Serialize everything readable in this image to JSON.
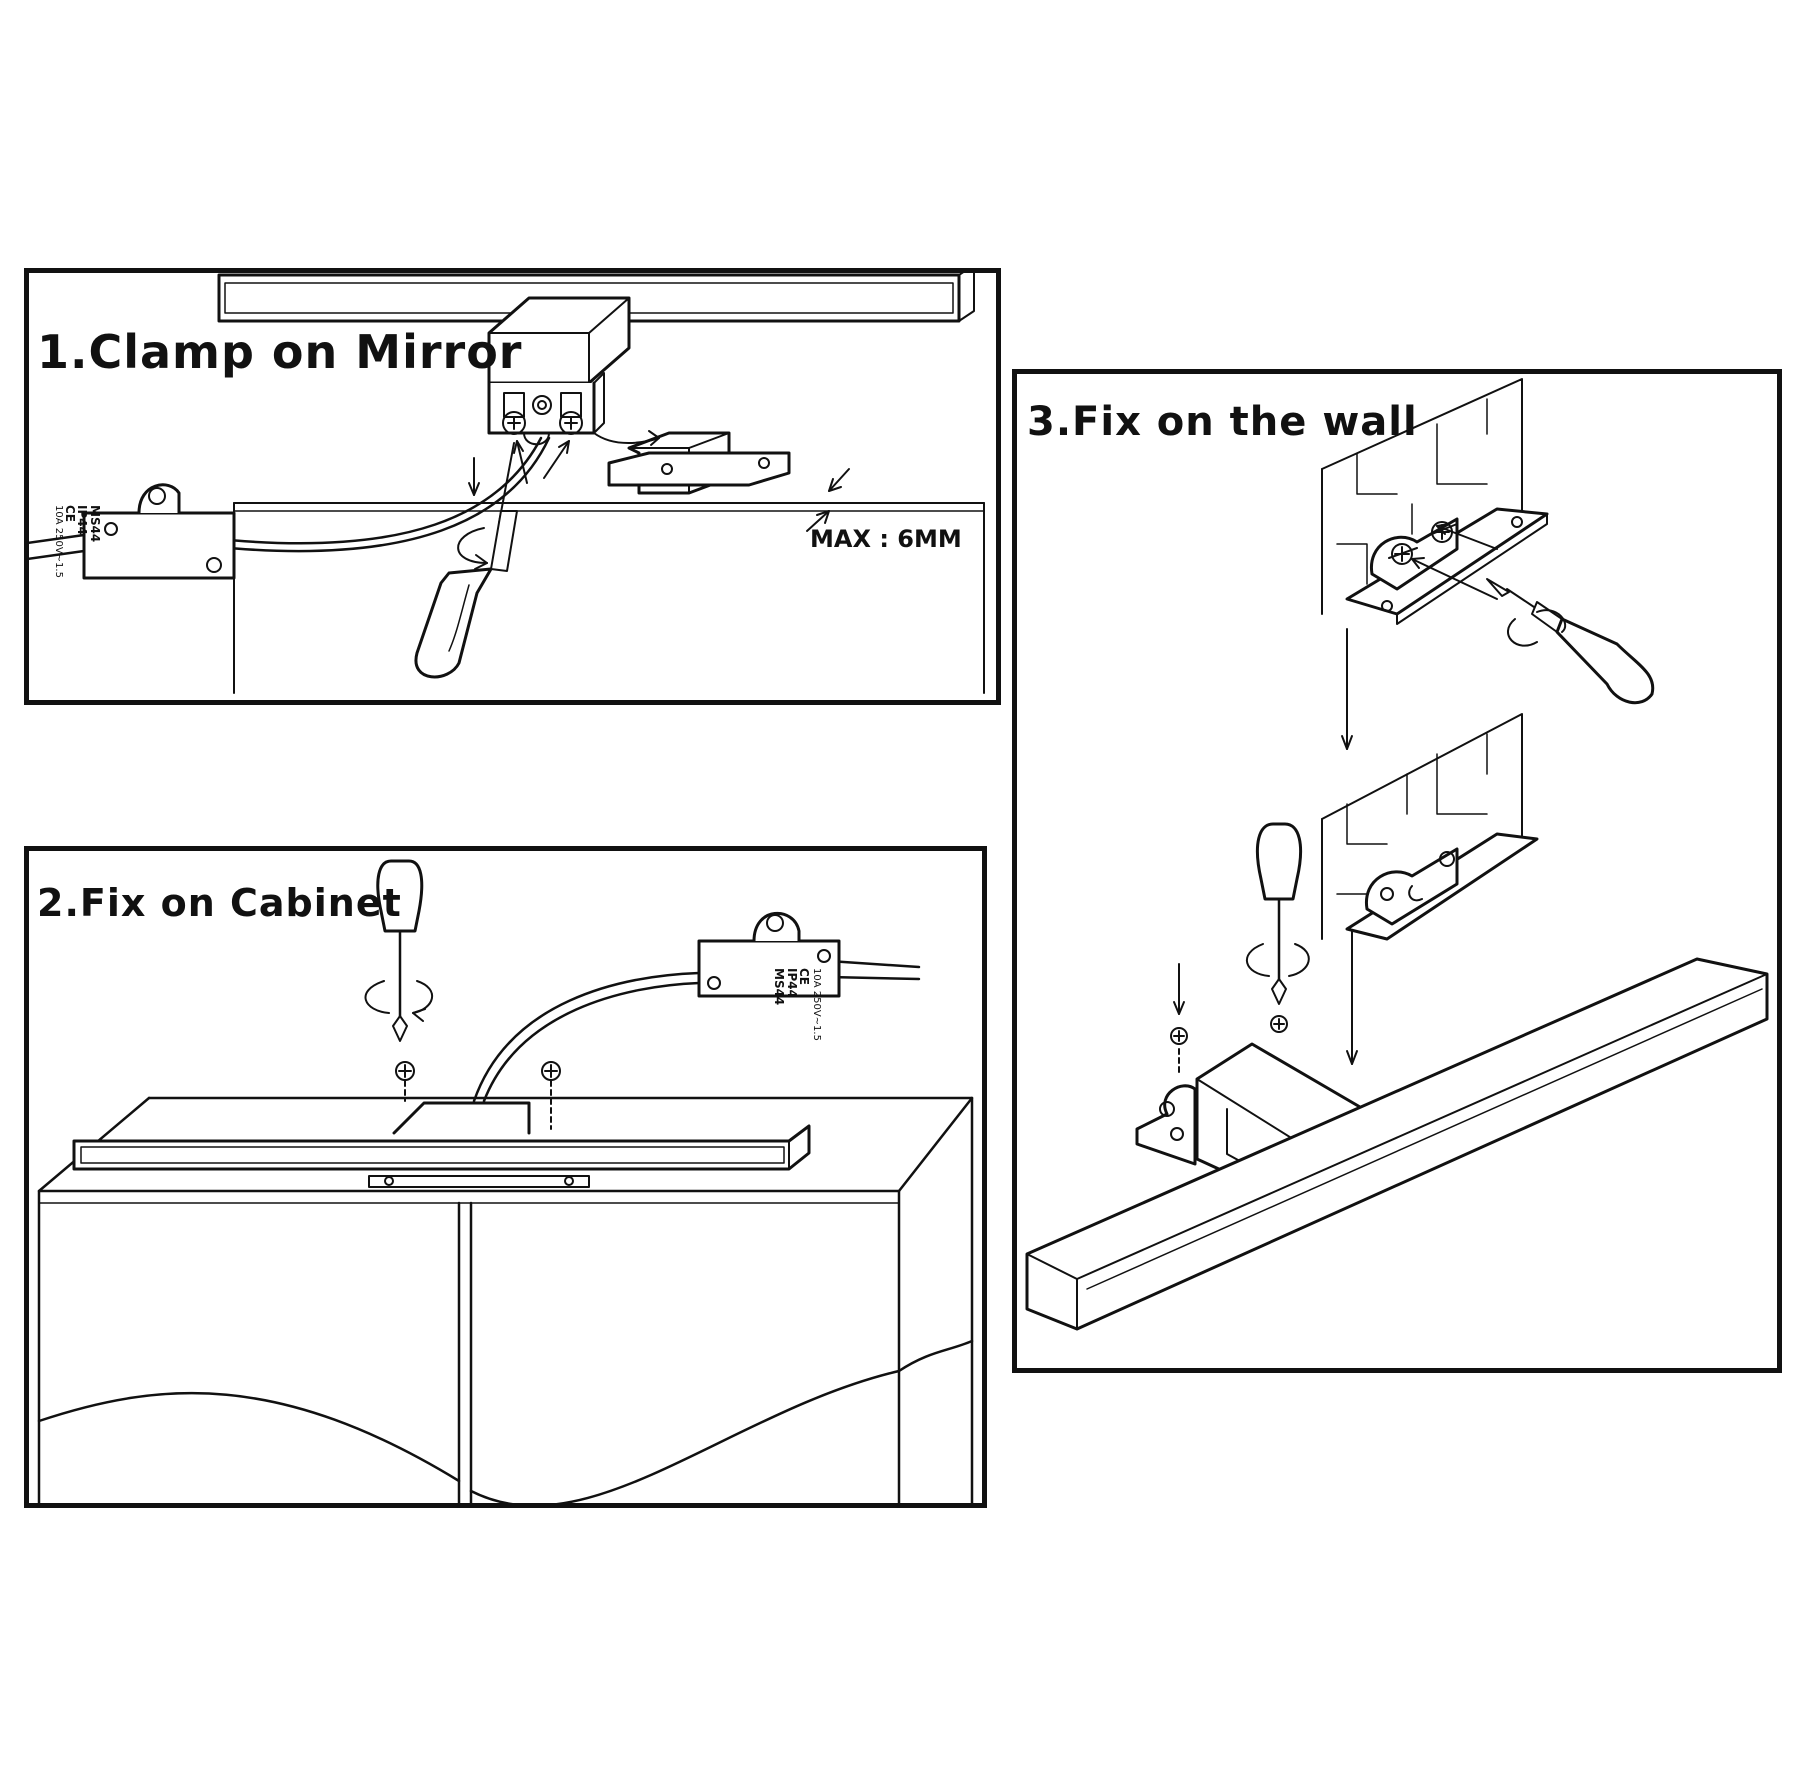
{
  "steps": [
    {
      "number": "1.",
      "title": "Clamp on Mirror"
    },
    {
      "number": "2.",
      "title": "Fix on Cabinet"
    },
    {
      "number": "3.",
      "title": "Fix on the wall"
    }
  ],
  "max_thickness_label": "MAX : 6MM",
  "switch_box": {
    "model": "MS44",
    "ip_rating": "IP44",
    "certification": "CE",
    "rating": "10A 250V~1.5"
  }
}
